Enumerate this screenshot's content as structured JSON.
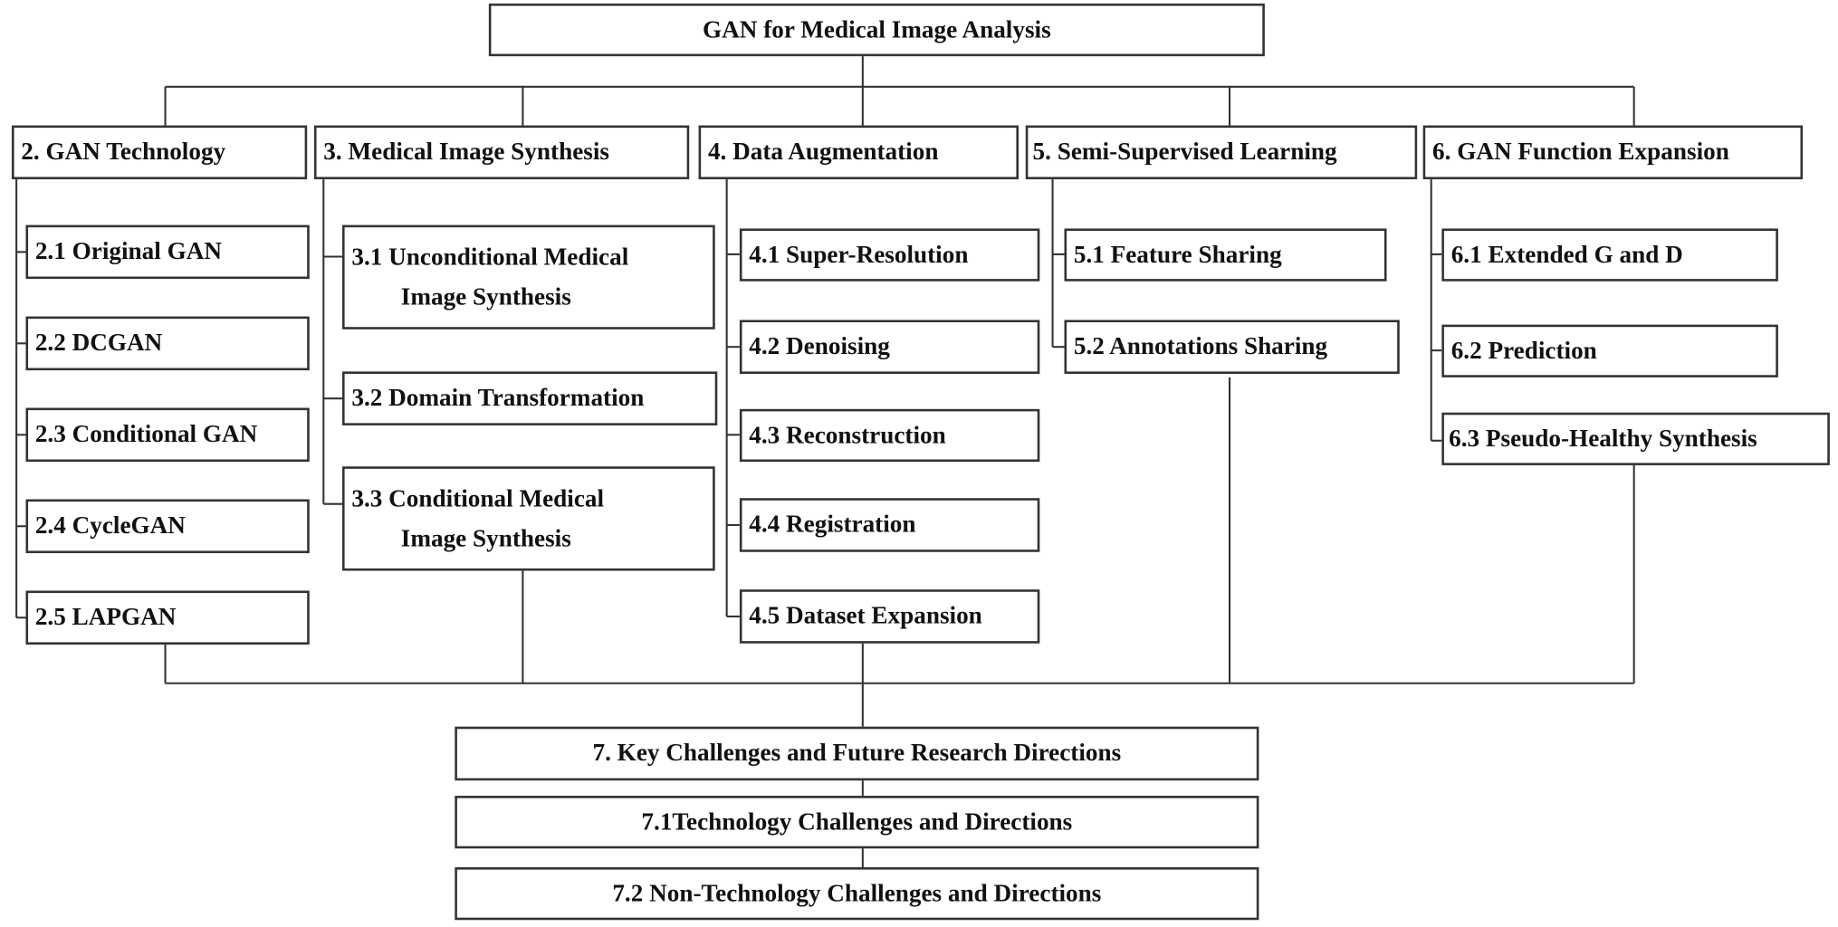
{
  "root": "GAN for Medical Image Analysis",
  "sections": {
    "s2": {
      "title": "2. GAN Technology",
      "items": [
        "2.1 Original GAN",
        "2.2 DCGAN",
        "2.3 Conditional GAN",
        "2.4 CycleGAN",
        "2.5 LAPGAN"
      ]
    },
    "s3": {
      "title": "3. Medical Image Synthesis",
      "items": [
        [
          "3.1 Unconditional Medical",
          "Image Synthesis"
        ],
        "3.2 Domain Transformation",
        [
          "3.3 Conditional Medical",
          "Image Synthesis"
        ]
      ]
    },
    "s4": {
      "title": "4. Data Augmentation",
      "items": [
        "4.1 Super-Resolution",
        "4.2 Denoising",
        "4.3 Reconstruction",
        "4.4 Registration",
        "4.5 Dataset Expansion"
      ]
    },
    "s5": {
      "title": "5. Semi-Supervised Learning",
      "items": [
        "5.1 Feature Sharing",
        "5.2 Annotations Sharing"
      ]
    },
    "s6": {
      "title": "6. GAN Function Expansion",
      "items": [
        "6.1 Extended G and D",
        "6.2 Prediction",
        "6.3 Pseudo-Healthy Synthesis"
      ]
    },
    "s7": {
      "title": "7. Key Challenges and Future Research Directions",
      "items": [
        "7.1Technology Challenges and Directions",
        "7.2 Non-Technology Challenges and Directions"
      ]
    }
  }
}
